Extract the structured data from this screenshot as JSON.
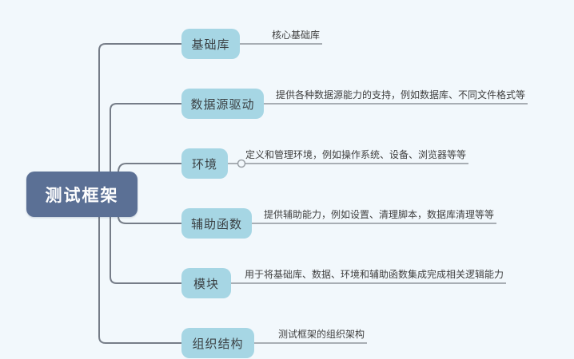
{
  "diagram": {
    "root": {
      "label": "测试框架"
    },
    "branches": [
      {
        "label": "基础库",
        "annotation": "核心基础库"
      },
      {
        "label": "数据源驱动",
        "annotation": "提供各种数据源能力的支持，例如数据库、不同文件格式等"
      },
      {
        "label": "环境",
        "annotation": "定义和管理环境，例如操作系统、设备、浏览器等等"
      },
      {
        "label": "辅助函数",
        "annotation": "提供辅助能力，例如设置、清理脚本，数据库清理等等"
      },
      {
        "label": "模块",
        "annotation": "用于将基础库、数据、环境和辅助函数集成完成相关逻辑能力"
      },
      {
        "label": "组织结构",
        "annotation": "测试框架的组织架构"
      }
    ],
    "colors": {
      "background": "#f2f8fc",
      "root_fill": "#5b7095",
      "root_text": "#ffffff",
      "branch_fill": "#a6d6e4",
      "branch_text": "#3b4144",
      "connector_line": "#767d88",
      "annotation_line": "#8f959c",
      "annotation_text": "#3f3f3f"
    },
    "icons": {
      "collapse_handle": "collapse-handle-icon"
    }
  }
}
